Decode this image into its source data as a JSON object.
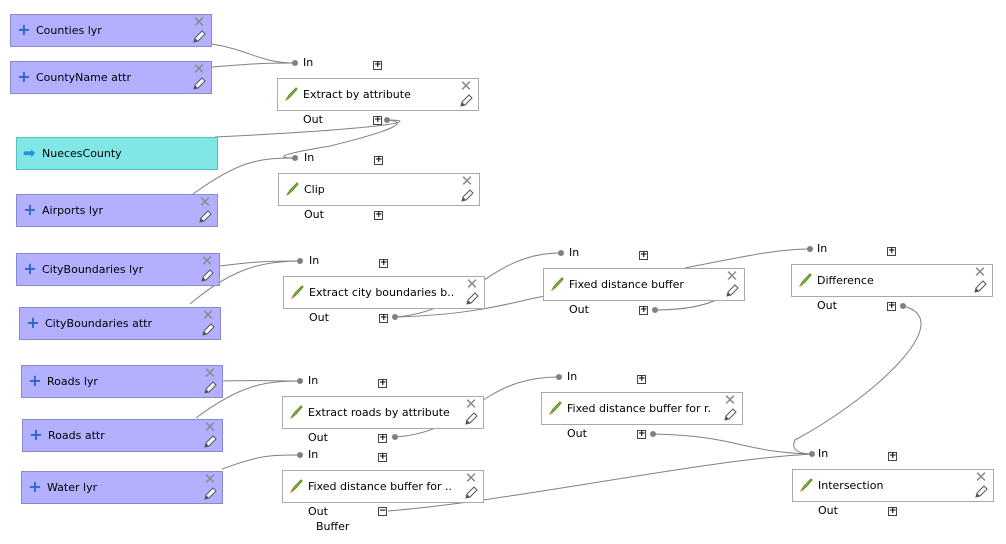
{
  "inputs": [
    {
      "id": "counties",
      "label": "Counties lyr"
    },
    {
      "id": "countyname",
      "label": "CountyName attr"
    },
    {
      "id": "airports",
      "label": "Airports lyr"
    },
    {
      "id": "cityb_lyr",
      "label": "CityBoundaries lyr"
    },
    {
      "id": "cityb_attr",
      "label": "CityBoundaries attr"
    },
    {
      "id": "roads_lyr",
      "label": "Roads lyr"
    },
    {
      "id": "roads_attr",
      "label": "Roads attr"
    },
    {
      "id": "water_lyr",
      "label": "Water lyr"
    }
  ],
  "outputs": [
    {
      "id": "nueces",
      "label": "NuecesCounty"
    }
  ],
  "algorithms": [
    {
      "id": "extract_attr",
      "label": "Extract by attribute"
    },
    {
      "id": "clip",
      "label": "Clip"
    },
    {
      "id": "extract_city",
      "label": "Extract city boundaries b..."
    },
    {
      "id": "fixed_buffer",
      "label": "Fixed distance buffer"
    },
    {
      "id": "difference",
      "label": "Difference"
    },
    {
      "id": "extract_roads",
      "label": "Extract roads by attribute"
    },
    {
      "id": "fixed_buffer_r",
      "label": "Fixed distance buffer for r..."
    },
    {
      "id": "fixed_buffer_w",
      "label": "Fixed distance buffer for ..."
    },
    {
      "id": "intersection",
      "label": "Intersection"
    }
  ],
  "ports": {
    "in_label": "In",
    "out_label": "Out",
    "buffer_label": "Buffer"
  },
  "icons": {
    "input": "plus-icon",
    "output": "arrow-right-icon",
    "algorithm": "qgis-brush-icon",
    "remove": "close-icon",
    "edit": "pencil-icon"
  },
  "colors": {
    "input_fill": "#b3b0ff",
    "output_fill": "#80e6e6",
    "algorithm_fill": "#ffffff",
    "wire": "#808080"
  }
}
